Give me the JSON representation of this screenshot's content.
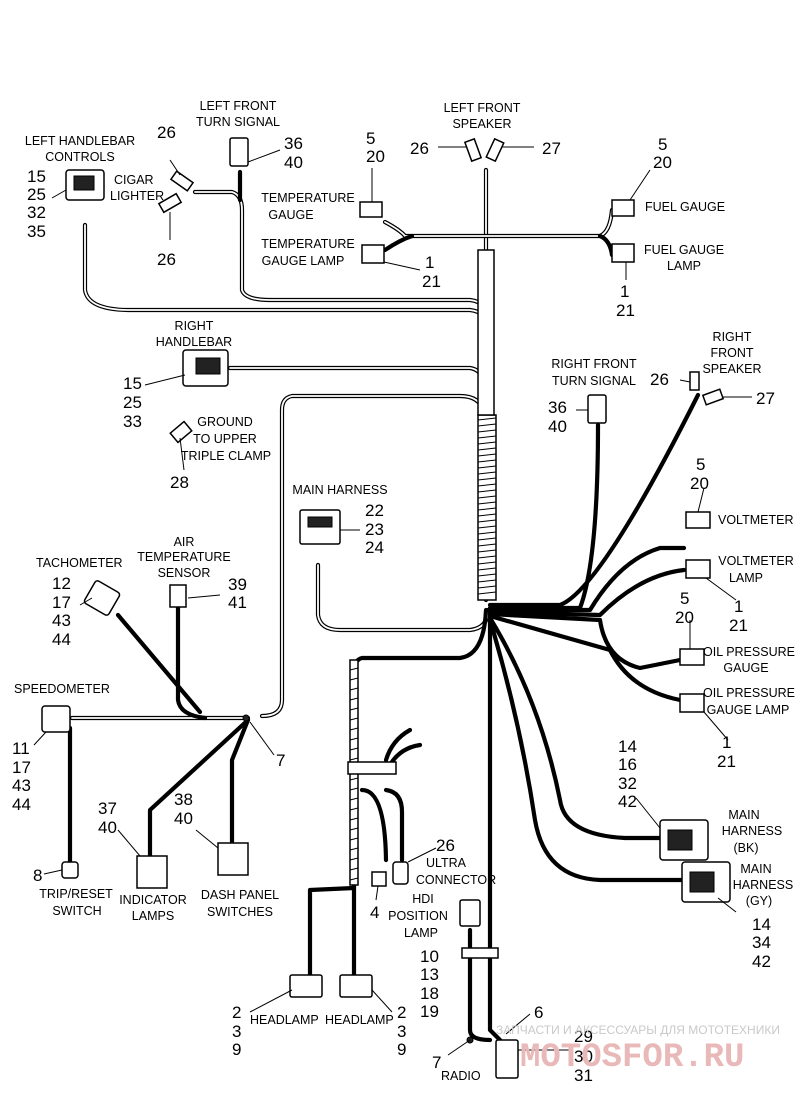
{
  "labels": {
    "left_front_turn_signal": [
      "LEFT FRONT",
      "TURN SIGNAL"
    ],
    "left_front_speaker": [
      "LEFT FRONT",
      "SPEAKER"
    ],
    "left_handlebar_controls": [
      "LEFT HANDLEBAR",
      "CONTROLS"
    ],
    "cigar_lighter": [
      "CIGAR",
      "LIGHTER"
    ],
    "temperature_gauge": [
      "TEMPERATURE",
      "GAUGE"
    ],
    "temperature_gauge_lamp": [
      "TEMPERATURE",
      "GAUGE LAMP"
    ],
    "fuel_gauge": [
      "FUEL GAUGE"
    ],
    "fuel_gauge_lamp": [
      "FUEL GAUGE",
      "LAMP"
    ],
    "right_handlebar": [
      "RIGHT",
      "HANDLEBAR"
    ],
    "ground_upper_clamp": [
      "GROUND",
      "TO UPPER",
      "TRIPLE CLAMP"
    ],
    "right_front_turn_signal": [
      "RIGHT FRONT",
      "TURN SIGNAL"
    ],
    "right_front_speaker": [
      "RIGHT",
      "FRONT",
      "SPEAKER"
    ],
    "main_harness_top": [
      "MAIN HARNESS"
    ],
    "voltmeter": [
      "VOLTMETER"
    ],
    "voltmeter_lamp": [
      "VOLTMETER",
      "LAMP"
    ],
    "tachometer": [
      "TACHOMETER"
    ],
    "air_temp_sensor": [
      "AIR",
      "TEMPERATURE",
      "SENSOR"
    ],
    "oil_pressure_gauge": [
      "OIL PRESSURE",
      "GAUGE"
    ],
    "oil_pressure_gauge_lamp": [
      "OIL PRESSURE",
      "GAUGE LAMP"
    ],
    "speedometer": [
      "SPEEDOMETER"
    ],
    "main_harness_bk": [
      "MAIN",
      "HARNESS",
      "(BK)"
    ],
    "main_harness_gy": [
      "MAIN",
      "HARNESS",
      "(GY)"
    ],
    "trip_reset_switch": [
      "TRIP/RESET",
      "SWITCH"
    ],
    "indicator_lamps": [
      "INDICATOR",
      "LAMPS"
    ],
    "dash_panel_switches": [
      "DASH PANEL",
      "SWITCHES"
    ],
    "ultra_connector": [
      "ULTRA",
      "CONNECTOR"
    ],
    "hdi_position_lamp": [
      "HDI",
      "POSITION",
      "LAMP"
    ],
    "headlamp_left": [
      "HEADLAMP"
    ],
    "headlamp_right": [
      "HEADLAMP"
    ],
    "radio": [
      "RADIO"
    ]
  },
  "callouts": {
    "lf_turn_signal_nums": [
      "36",
      "40"
    ],
    "cigar_top": [
      "26"
    ],
    "cigar_bottom": [
      "26"
    ],
    "lh_controls_nums": [
      "15",
      "25",
      "32",
      "35"
    ],
    "speaker_left_26": [
      "26"
    ],
    "speaker_left_27": [
      "27"
    ],
    "temp_gauge_nums": [
      "5",
      "20"
    ],
    "temp_lamp_nums": [
      "1",
      "21"
    ],
    "fuel_gauge_nums": [
      "5",
      "20"
    ],
    "fuel_lamp_nums": [
      "1",
      "21"
    ],
    "rh_nums": [
      "15",
      "25",
      "33"
    ],
    "ground_nums": [
      "28"
    ],
    "rf_turn_nums": [
      "36",
      "40"
    ],
    "rf_speaker_26": [
      "26"
    ],
    "rf_speaker_27": [
      "27"
    ],
    "main_harness_nums": [
      "22",
      "23",
      "24"
    ],
    "voltmeter_nums": [
      "5",
      "20"
    ],
    "voltmeter_lamp_nums": [
      "1",
      "21"
    ],
    "tach_nums": [
      "12",
      "17",
      "43",
      "44"
    ],
    "air_temp_nums": [
      "39",
      "41"
    ],
    "oil_gauge_nums": [
      "5",
      "20"
    ],
    "oil_lamp_nums": [
      "1",
      "21"
    ],
    "speedo_nums": [
      "11",
      "17",
      "43",
      "44"
    ],
    "junction_7": [
      "7"
    ],
    "bk_nums": [
      "14",
      "16",
      "32",
      "42"
    ],
    "gy_nums": [
      "14",
      "34",
      "42"
    ],
    "indicator_nums": [
      "37",
      "40"
    ],
    "dash_nums": [
      "38",
      "40"
    ],
    "trip_8": [
      "8"
    ],
    "ultra_26": [
      "26"
    ],
    "ultra_4": [
      "4"
    ],
    "hdi_nums": [
      "10",
      "13",
      "18",
      "19"
    ],
    "headlamp_left_nums": [
      "2",
      "3",
      "9"
    ],
    "headlamp_right_nums": [
      "2",
      "3",
      "9"
    ],
    "radio_6": [
      "6"
    ],
    "radio_7": [
      "7"
    ],
    "radio_nums": [
      "29",
      "30",
      "31"
    ]
  },
  "watermark": {
    "caption": "ЗАПЧАСТИ И АКСЕССУАРЫ ДЛЯ МОТОТЕХНИКИ",
    "logo": "MOTOSFOR.RU"
  }
}
